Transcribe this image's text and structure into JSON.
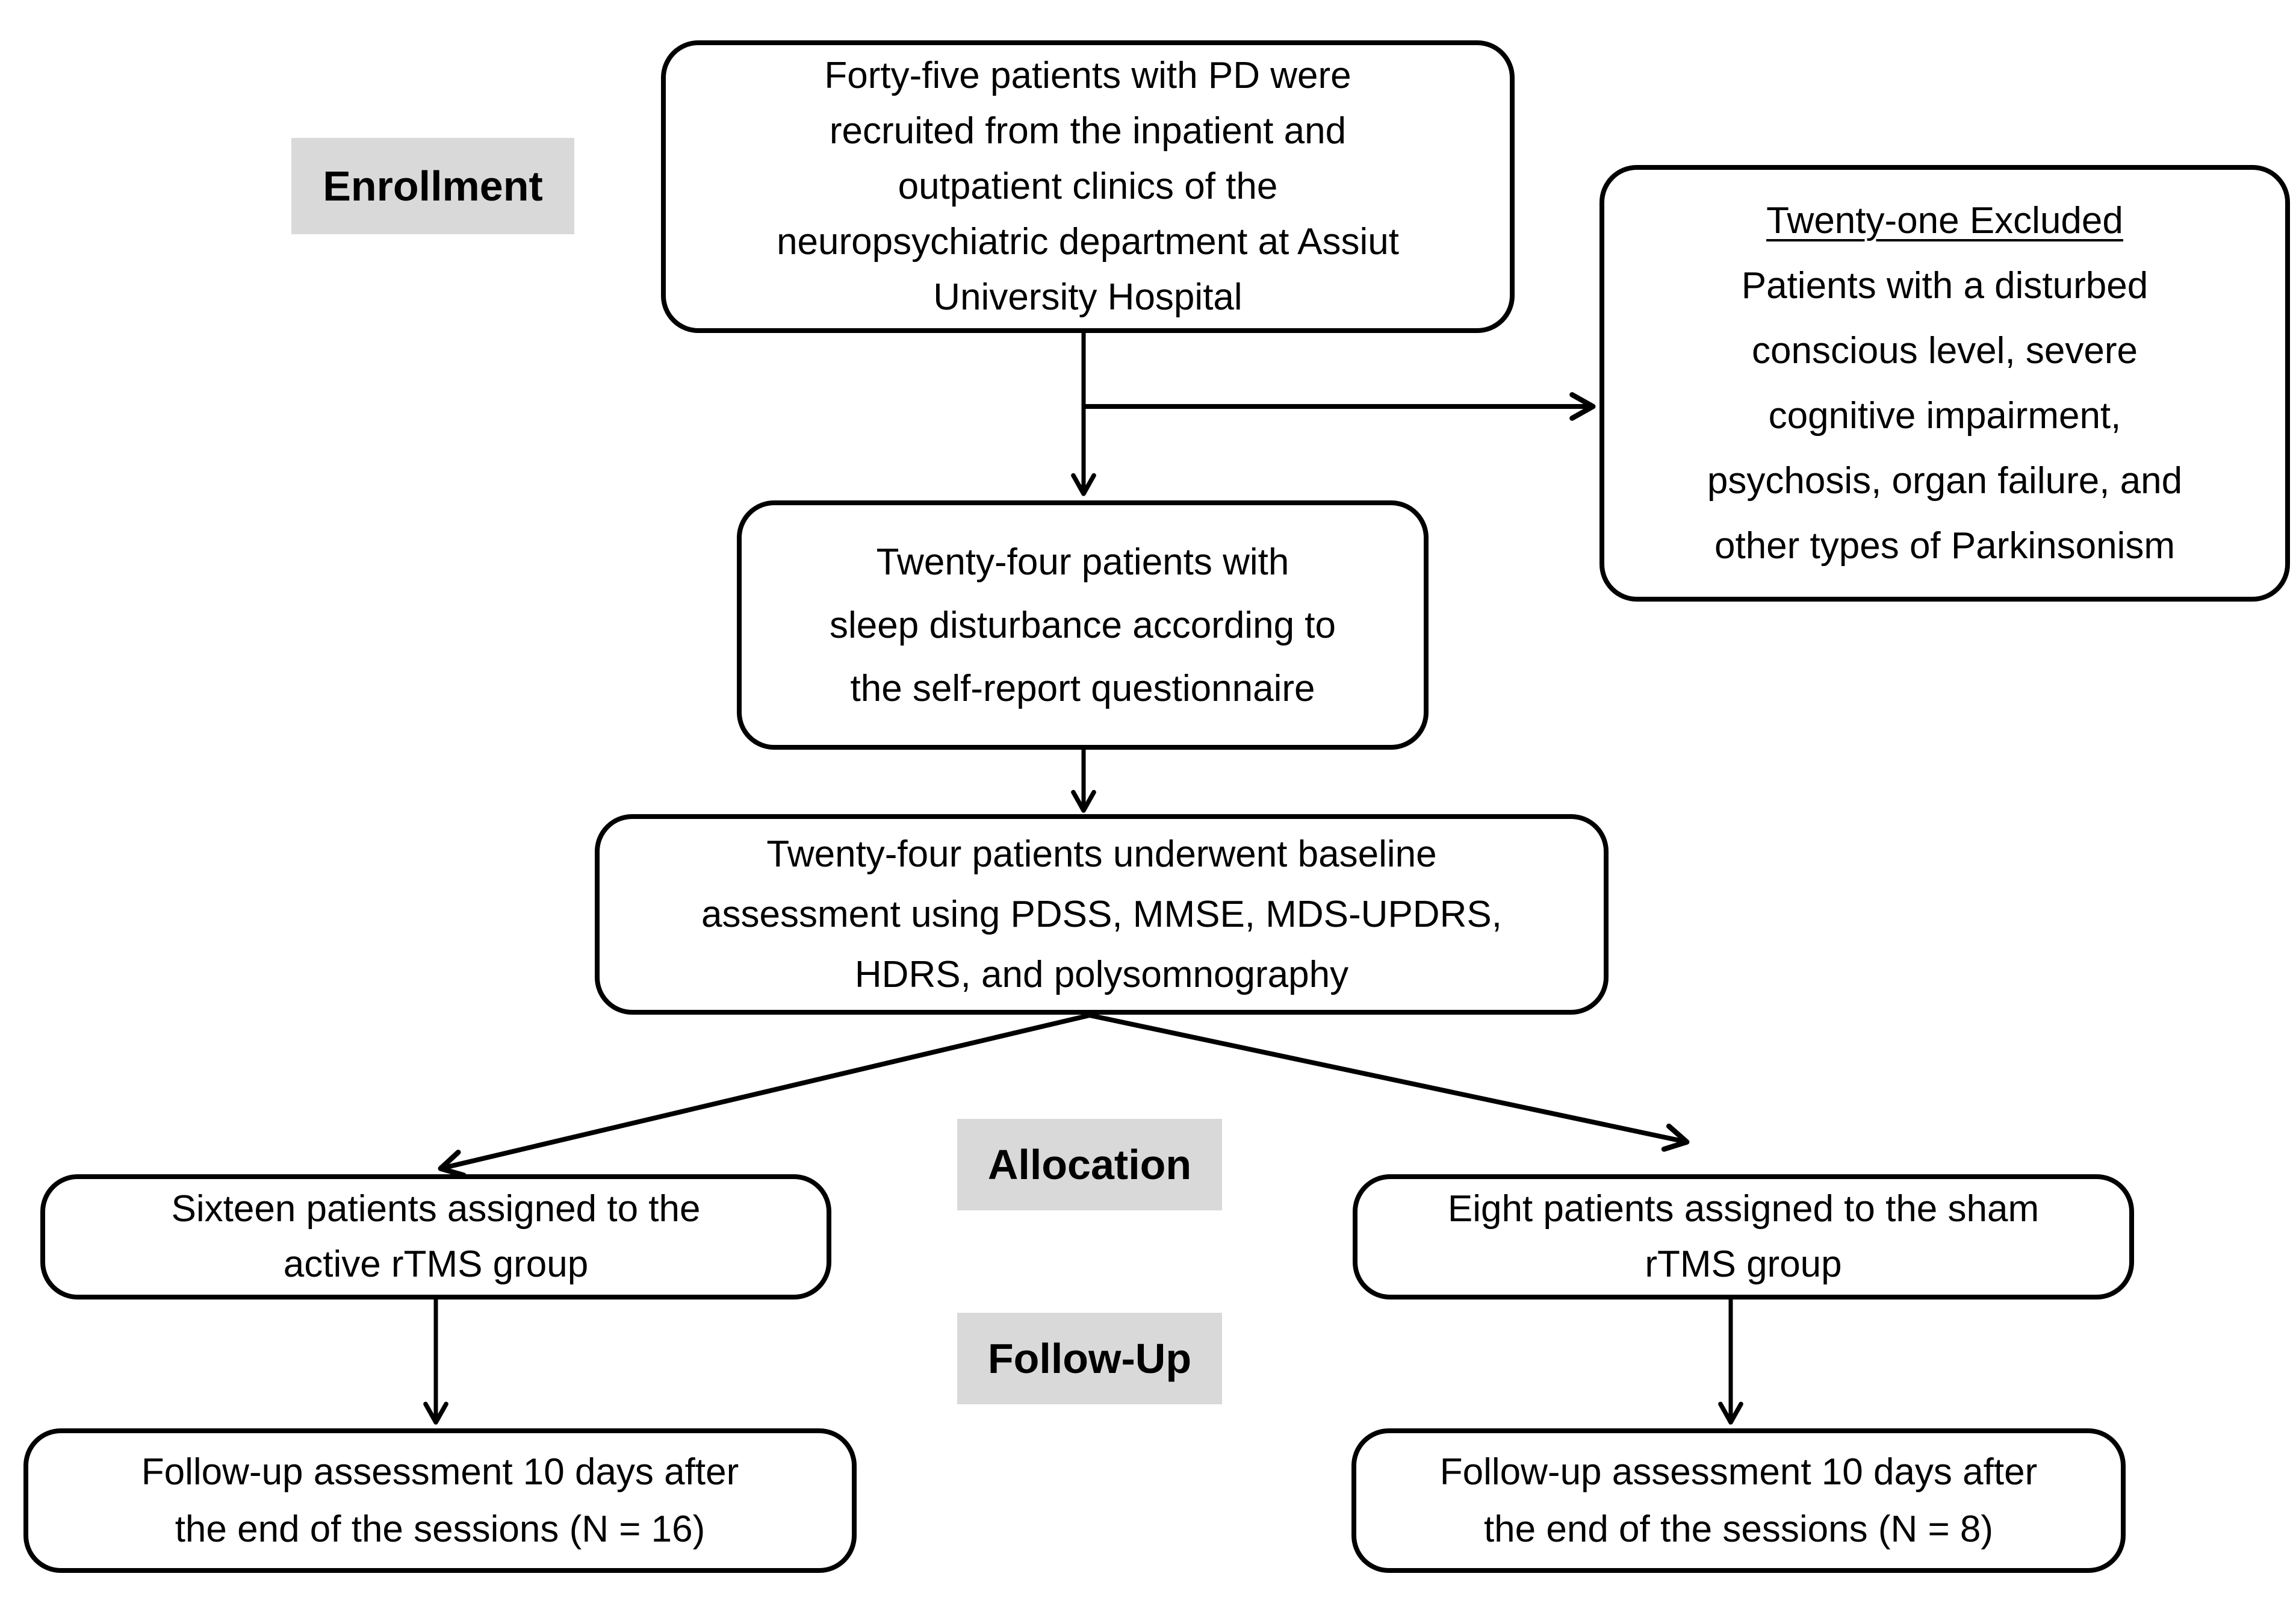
{
  "diagram": {
    "stage_labels": {
      "enrollment": "Enrollment",
      "allocation": "Allocation",
      "followup": "Follow-Up"
    },
    "boxes": {
      "recruited": "Forty-five patients with PD were\nrecruited from the inpatient and\noutpatient clinics of the\nneuropsychiatric department at Assiut\nUniversity Hospital",
      "excluded_title": "Twenty-one Excluded",
      "excluded_body": "Patients with a disturbed\nconscious level, severe\ncognitive impairment,\npsychosis, organ failure, and\nother types of Parkinsonism",
      "sleep_disturbance": "Twenty-four patients with\nsleep disturbance according to\nthe self-report questionnaire",
      "baseline_assessment": "Twenty-four patients underwent baseline\nassessment using PDSS, MMSE, MDS-UPDRS,\nHDRS, and polysomnography",
      "active_group": "Sixteen patients assigned to the\nactive rTMS group",
      "sham_group": "Eight patients assigned to the sham\nrTMS group",
      "followup_active": "Follow-up assessment 10 days after\nthe end of the sessions (N = 16)",
      "followup_sham": "Follow-up assessment 10 days after\nthe end of the sessions (N = 8)"
    },
    "counts": {
      "recruited_n": 45,
      "excluded_n": 21,
      "sleep_disturbance_n": 24,
      "active_rtms_n": 16,
      "sham_rtms_n": 8
    },
    "colors": {
      "stage_label_background": "#d9d9d9",
      "box_border": "#000000",
      "text": "#000000",
      "background": "#ffffff"
    }
  }
}
